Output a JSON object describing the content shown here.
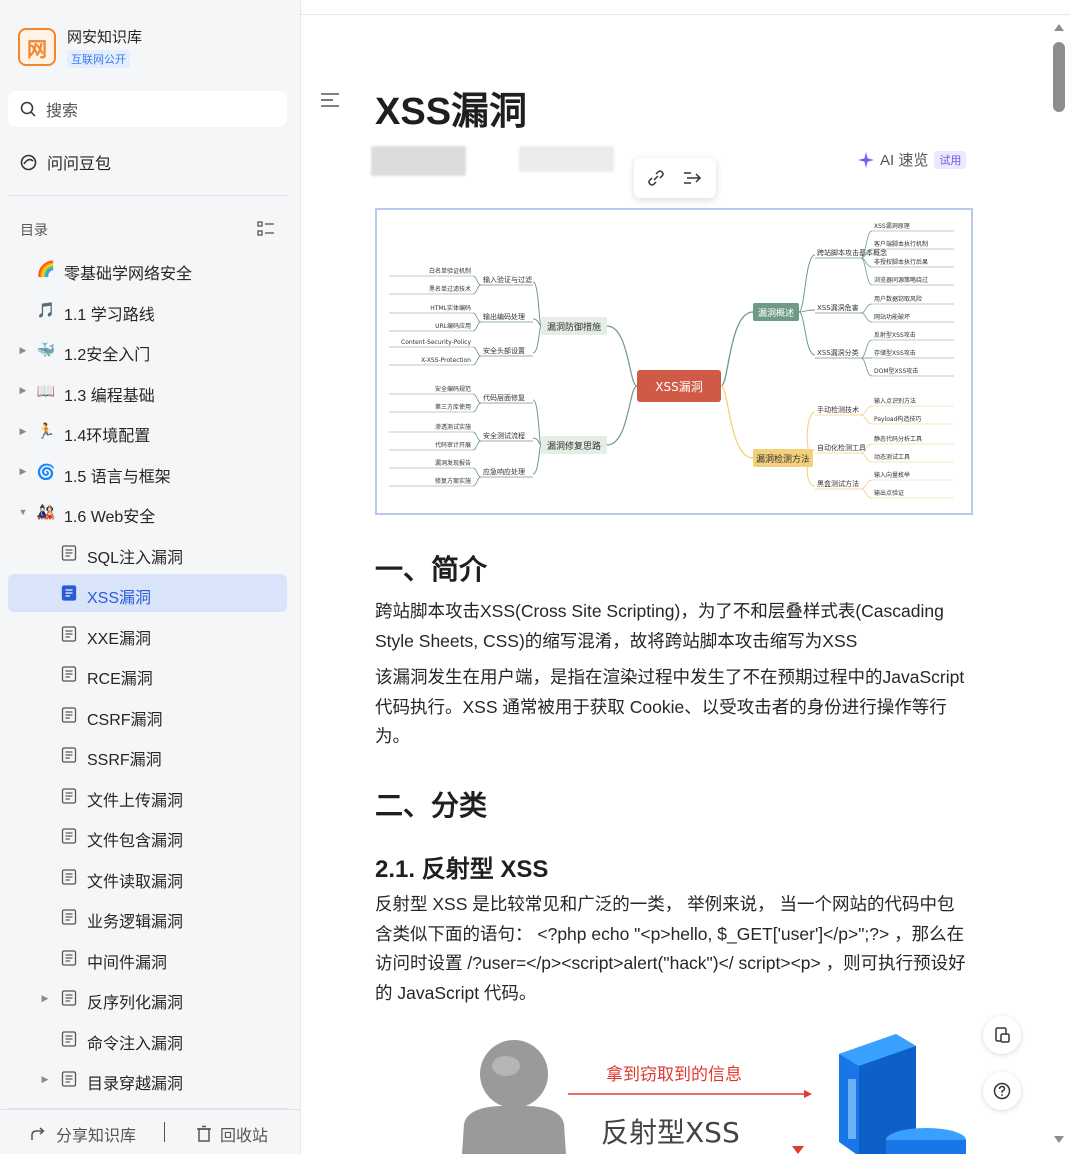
{
  "sidebar": {
    "brand_logo": "网",
    "brand_name": "网安知识库",
    "brand_badge": "互联网公开",
    "search_label": "搜索",
    "ask_label": "问问豆包",
    "toc_heading": "目录",
    "items": [
      {
        "label": "零基础学网络安全",
        "icon": "🌈",
        "level": 0,
        "caret": false
      },
      {
        "label": "1.1 学习路线",
        "icon": "🎵",
        "level": 0,
        "caret": false
      },
      {
        "label": "1.2安全入门",
        "icon": "🐳",
        "level": 0,
        "caret": true
      },
      {
        "label": "1.3 编程基础",
        "icon": "📖",
        "level": 0,
        "caret": true
      },
      {
        "label": "1.4环境配置",
        "icon": "🏃",
        "level": 0,
        "caret": true
      },
      {
        "label": "1.5 语言与框架",
        "icon": "🌀",
        "level": 0,
        "caret": true
      },
      {
        "label": "1.6 Web安全",
        "icon": "🎎",
        "level": 0,
        "caret": true,
        "expanded": true
      },
      {
        "label": "SQL注入漏洞",
        "icon": "doc",
        "level": 1,
        "caret": false
      },
      {
        "label": "XSS漏洞",
        "icon": "doc",
        "level": 1,
        "caret": false,
        "active": true
      },
      {
        "label": "XXE漏洞",
        "icon": "doc",
        "level": 1,
        "caret": false
      },
      {
        "label": "RCE漏洞",
        "icon": "doc",
        "level": 1,
        "caret": false
      },
      {
        "label": "CSRF漏洞",
        "icon": "doc",
        "level": 1,
        "caret": false
      },
      {
        "label": "SSRF漏洞",
        "icon": "doc",
        "level": 1,
        "caret": false
      },
      {
        "label": "文件上传漏洞",
        "icon": "doc",
        "level": 1,
        "caret": false
      },
      {
        "label": "文件包含漏洞",
        "icon": "doc",
        "level": 1,
        "caret": false
      },
      {
        "label": "文件读取漏洞",
        "icon": "doc",
        "level": 1,
        "caret": false
      },
      {
        "label": "业务逻辑漏洞",
        "icon": "doc",
        "level": 1,
        "caret": false
      },
      {
        "label": "中间件漏洞",
        "icon": "doc",
        "level": 1,
        "caret": false
      },
      {
        "label": "反序列化漏洞",
        "icon": "doc",
        "level": 1,
        "caret": true
      },
      {
        "label": "命令注入漏洞",
        "icon": "doc",
        "level": 1,
        "caret": false
      },
      {
        "label": "目录穿越漏洞",
        "icon": "doc",
        "level": 1,
        "caret": true
      }
    ],
    "footer": {
      "share_label": "分享知识库",
      "trash_label": "回收站"
    }
  },
  "doc": {
    "title": "XSS漏洞",
    "ai_label": "AI 速览",
    "ai_badge": "试用",
    "mindmap": {
      "center": "XSS漏洞",
      "left_branches": [
        {
          "label": "漏洞防御措施",
          "children": [
            {
              "label": "输入验证与过滤",
              "leaves": [
                "白名单验证机制",
                "黑名单过滤技术"
              ]
            },
            {
              "label": "输出编码处理",
              "leaves": [
                "HTML实体编码",
                "URL编码应用"
              ]
            },
            {
              "label": "安全头部设置",
              "leaves": [
                "Content-Security-Policy",
                "X-XSS-Protection"
              ]
            }
          ]
        },
        {
          "label": "漏洞修复思路",
          "children": [
            {
              "label": "代码层面修复",
              "leaves": [
                "安全编码规范",
                "第三方库使用"
              ]
            },
            {
              "label": "安全测试流程",
              "leaves": [
                "渗透测试实施",
                "代码审计开展"
              ]
            },
            {
              "label": "应急响应处理",
              "leaves": [
                "漏洞发现报告",
                "修复方案实施"
              ]
            }
          ]
        }
      ],
      "right_branches": [
        {
          "label": "漏洞概述",
          "children": [
            {
              "label": "跨站脚本攻击基本概念",
              "leaves": [
                "XSS漏洞原理",
                "客户端脚本执行机制",
                "非授权脚本执行后果",
                "浏览器同源策略绕过"
              ]
            },
            {
              "label": "XSS漏洞危害",
              "leaves": [
                "用户数据窃取风险",
                "网站功能破坏"
              ]
            },
            {
              "label": "XSS漏洞分类",
              "leaves": [
                "反射型XSS攻击",
                "存储型XSS攻击",
                "DOM型XSS攻击"
              ]
            }
          ]
        },
        {
          "label": "漏洞检测方法",
          "children": [
            {
              "label": "手动检测技术",
              "leaves": [
                "输入点识别方法",
                "Payload构造技巧"
              ]
            },
            {
              "label": "自动化检测工具",
              "leaves": [
                "静态代码分析工具",
                "动态测试工具"
              ]
            },
            {
              "label": "黑盒测试方法",
              "leaves": [
                "输入向量枚举",
                "输出点验证"
              ]
            }
          ]
        }
      ]
    },
    "h1_intro": "一、简介",
    "intro_p1": "跨站脚本攻击XSS(Cross Site Scripting)，为了不和层叠样式表(Cascading Style Sheets, CSS)的缩写混淆，故将跨站脚本攻击缩写为XSS",
    "intro_p2": "该漏洞发生在用户端，是指在渲染过程中发生了不在预期过程中的JavaScript 代码执行。XSS 通常被用于获取 Cookie、以受攻击者的身份进行操作等行为。",
    "h1_class": "二、分类",
    "h2_reflect": "2.1. 反射型 XSS",
    "reflect_p": "反射型 XSS 是比较常见和广泛的一类， 举例来说， 当一个网站的代码中包含类似下面的语句： <?php echo \"<p>hello, $_GET['user']</p>\";?> ，那么在访问时设置 /?user=</p><script>alert(\"hack\")</ script><p> ，则可执行预设好的 JavaScript 代码。",
    "illus_arrow_label": "拿到窃取到的信息",
    "illus_title": "反射型XSS"
  },
  "colors": {
    "accent": "#2c5bd8",
    "active_bg": "#d9e3fa",
    "mindmap_center": "#cf5a45",
    "mindmap_green": "#6f9a86",
    "mindmap_yellow": "#f3d07a",
    "illus_red": "#e0392e"
  }
}
